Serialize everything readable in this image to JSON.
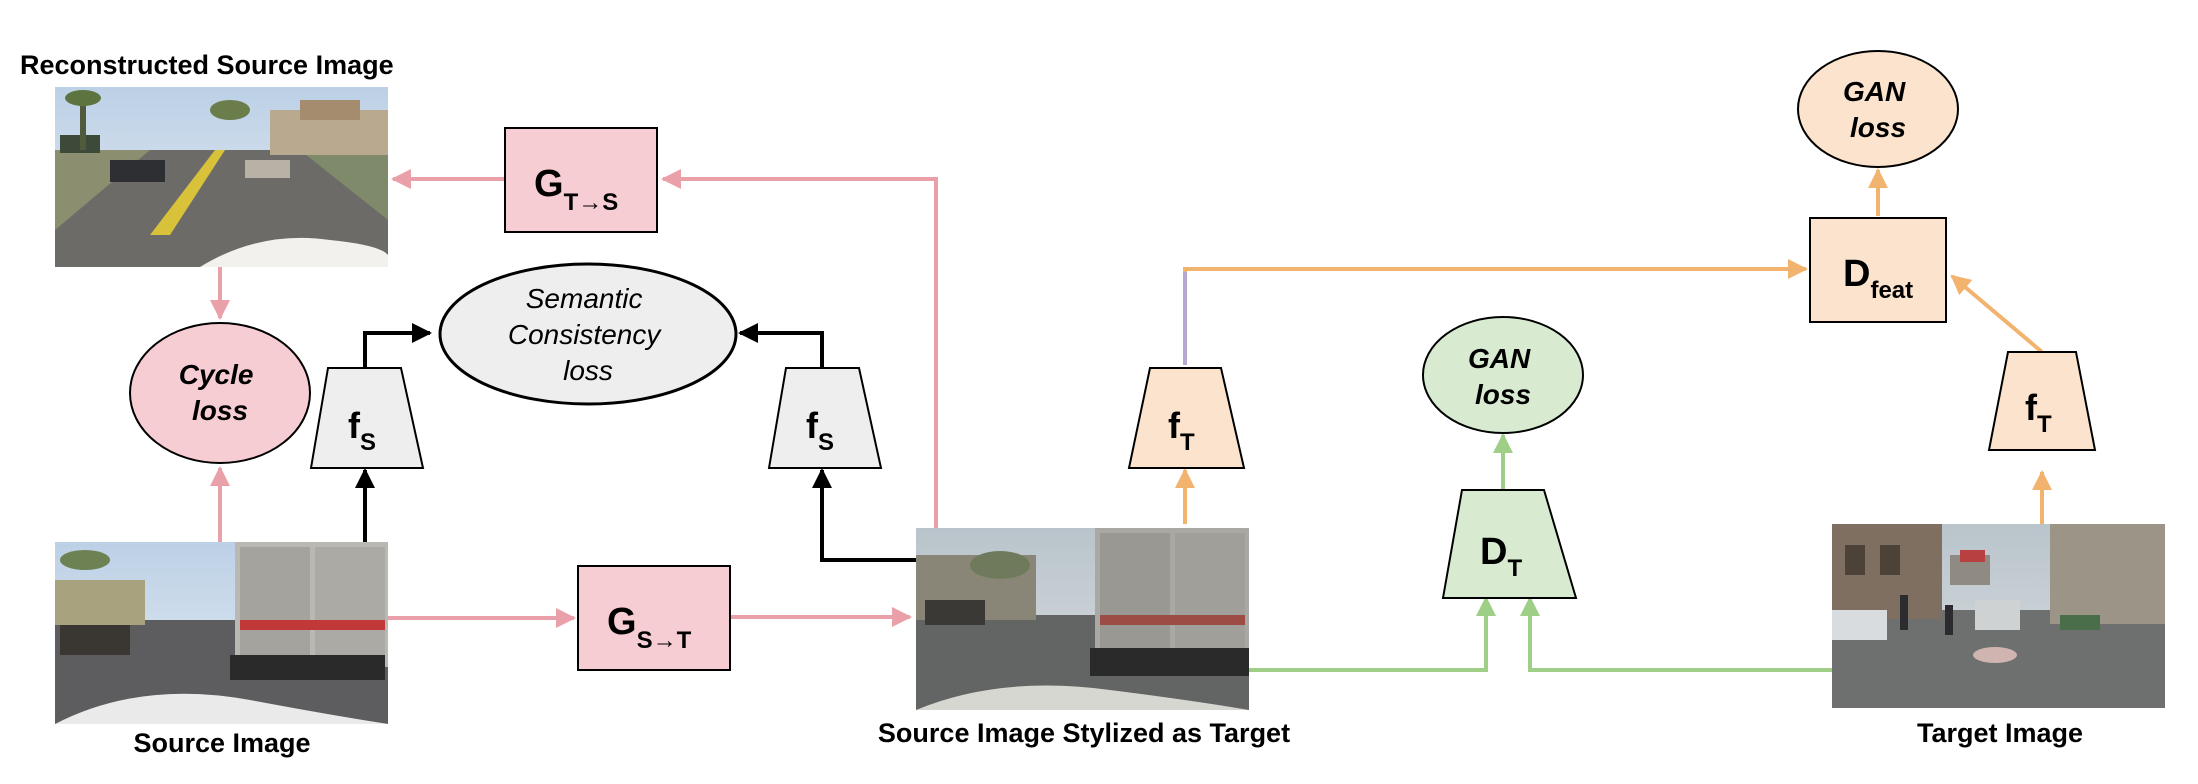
{
  "captions": {
    "reconstructed": "Reconstructed Source Image",
    "source": "Source Image",
    "stylized": "Source Image Stylized as Target",
    "target": "Target Image"
  },
  "generators": {
    "g_ts": {
      "main": "G",
      "sub": "T→S"
    },
    "g_st": {
      "main": "G",
      "sub": "S→T"
    }
  },
  "discriminators": {
    "d_feat": {
      "main": "D",
      "sub": "feat"
    },
    "d_t": {
      "main": "D",
      "sub": "T"
    }
  },
  "encoders": {
    "fs_left": {
      "main": "f",
      "sub": "S"
    },
    "fs_right": {
      "main": "f",
      "sub": "S"
    },
    "ft_mid": {
      "main": "f",
      "sub": "T"
    },
    "ft_right": {
      "main": "f",
      "sub": "T"
    }
  },
  "losses": {
    "cycle": [
      "Cycle",
      "loss"
    ],
    "semantic": [
      "Semantic",
      "Consistency",
      "loss"
    ],
    "gan_pixel": [
      "GAN",
      "loss"
    ],
    "gan_feat": [
      "GAN",
      "loss"
    ]
  },
  "colors": {
    "pink_arrow": "#e9a0a8",
    "pink_fill": "#f6cdd3",
    "orange_arrow": "#f2b36e",
    "orange_fill": "#fbe3cd",
    "green_arrow": "#9fcf87",
    "green_fill": "#d8ebd1",
    "gray_fill": "#eeeeee",
    "black": "#000000"
  }
}
